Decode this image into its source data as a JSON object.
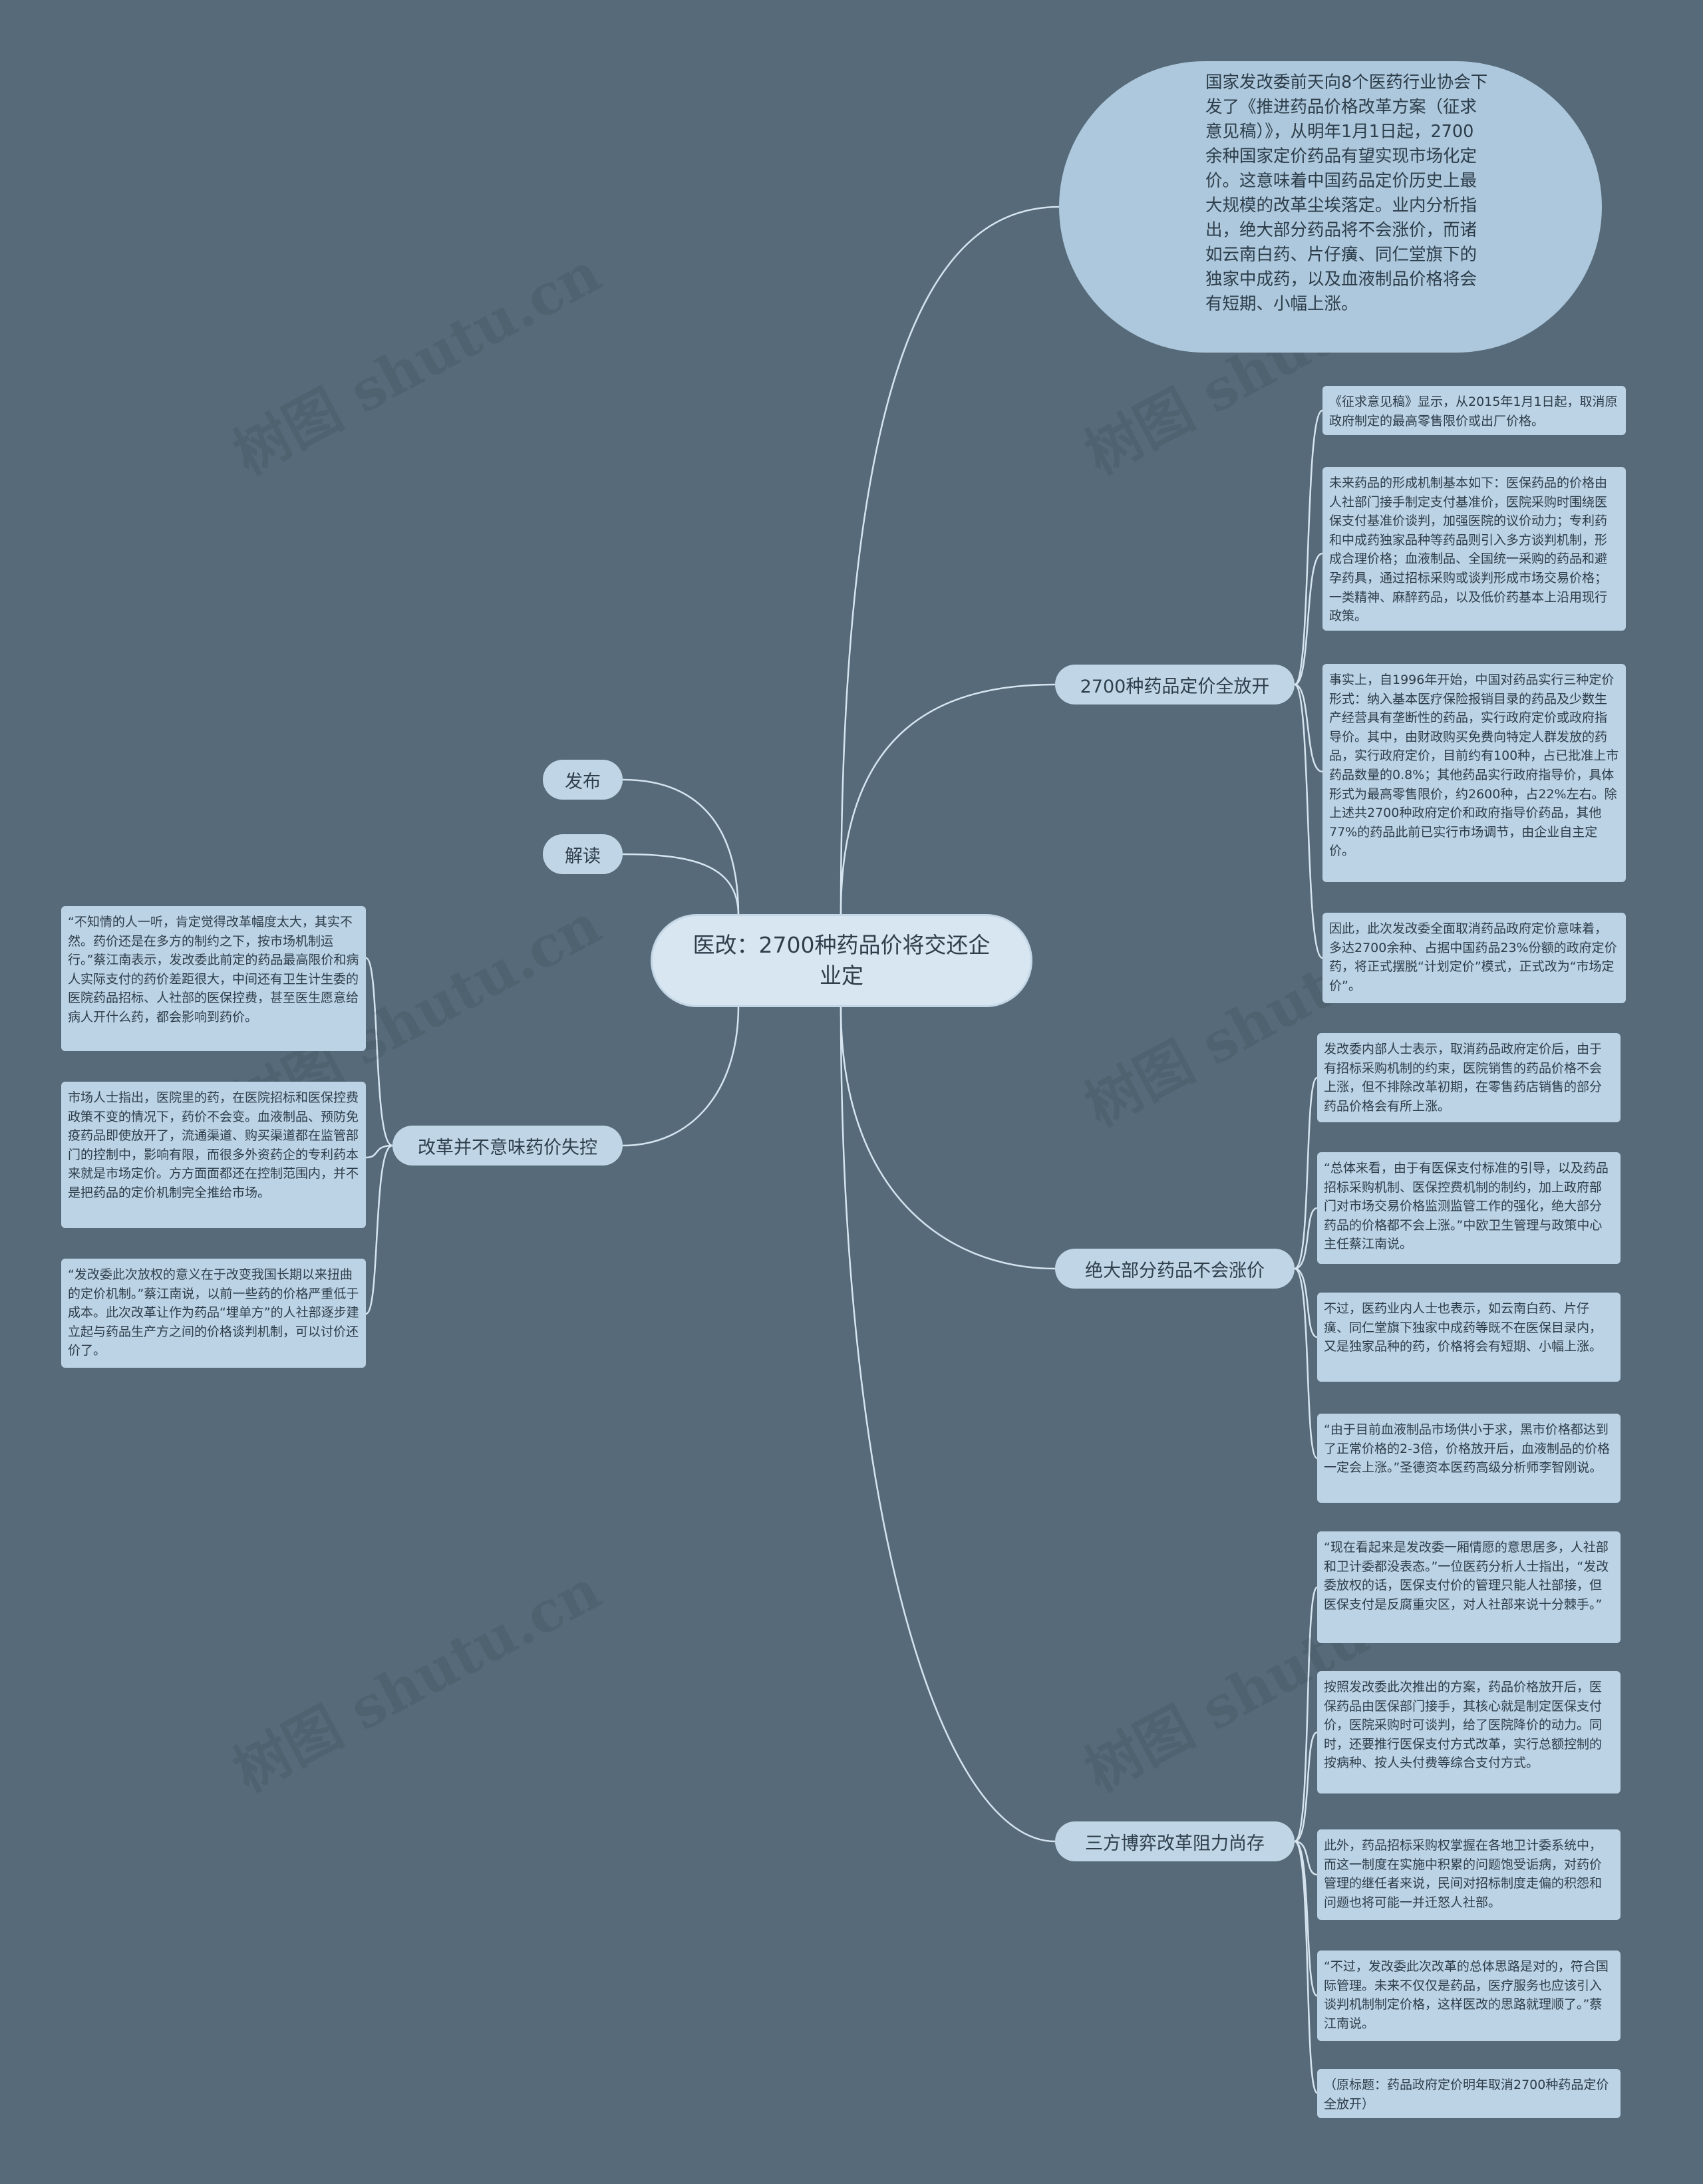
{
  "watermark": "树图 shutu.cn",
  "colors": {
    "background": "#566a79",
    "line": "#d5e4ef",
    "root": "#d7e6f1",
    "intro": "#adc8dc",
    "branch": "#c0d6e6",
    "leaf": "#bcd3e5"
  },
  "root": {
    "title": "医改：2700种药品价将交还企业定"
  },
  "intro": {
    "text": "国家发改委前天向8个医药行业协会下发了《推进药品价格改革方案（征求意见稿）》，从明年1月1日起，2700余种国家定价药品有望实现市场化定价。这意味着中国药品定价历史上最大规模的改革尘埃落定。业内分析指出，绝大部分药品将不会涨价，而诸如云南白药、片仔癀、同仁堂旗下的独家中成药，以及血液制品价格将会有短期、小幅上涨。"
  },
  "left": {
    "publish": "发布",
    "interpret": "解读",
    "reform": {
      "label": "改革并不意味药价失控",
      "leaves": [
        "“不知情的人一听，肯定觉得改革幅度太大，其实不然。药价还是在多方的制约之下，按市场机制运行。”蔡江南表示，发改委此前定的药品最高限价和病人实际支付的药价差距很大，中间还有卫生计生委的医院药品招标、人社部的医保控费，甚至医生愿意给病人开什么药，都会影响到药价。",
        "市场人士指出，医院里的药，在医院招标和医保控费政策不变的情况下，药价不会变。血液制品、预防免疫药品即使放开了，流通渠道、购买渠道都在监管部门的控制中，影响有限，而很多外资药企的专利药本来就是市场定价。方方面面都还在控制范围内，并不是把药品的定价机制完全推给市场。",
        "“发改委此次放权的意义在于改变我国长期以来扭曲的定价机制。”蔡江南说，以前一些药的价格严重低于成本。此次改革让作为药品“埋单方”的人社部逐步建立起与药品生产方之间的价格谈判机制，可以讨价还价了。"
      ]
    }
  },
  "right": [
    {
      "label": "2700种药品定价全放开",
      "leaves": [
        "《征求意见稿》显示，从2015年1月1日起，取消原政府制定的最高零售限价或出厂价格。",
        "未来药品的形成机制基本如下：医保药品的价格由人社部门接手制定支付基准价，医院采购时围绕医保支付基准价谈判，加强医院的议价动力；专利药和中成药独家品种等药品则引入多方谈判机制，形成合理价格；血液制品、全国统一采购的药品和避孕药具，通过招标采购或谈判形成市场交易价格；一类精神、麻醉药品，以及低价药基本上沿用现行政策。",
        "事实上，自1996年开始，中国对药品实行三种定价形式：纳入基本医疗保险报销目录的药品及少数生产经营具有垄断性的药品，实行政府定价或政府指导价。其中，由财政购买免费向特定人群发放的药品，实行政府定价，目前约有100种，占已批准上市药品数量的0.8%；其他药品实行政府指导价，具体形式为最高零售限价，约2600种，占22%左右。除上述共2700种政府定价和政府指导价药品，其他77%的药品此前已实行市场调节，由企业自主定价。",
        "因此，此次发改委全面取消药品政府定价意味着，多达2700余种、占据中国药品23%份额的政府定价药，将正式摆脱“计划定价”模式，正式改为“市场定价”。"
      ]
    },
    {
      "label": "绝大部分药品不会涨价",
      "leaves": [
        "发改委内部人士表示，取消药品政府定价后，由于有招标采购机制的约束，医院销售的药品价格不会上涨，但不排除改革初期，在零售药店销售的部分药品价格会有所上涨。",
        "“总体来看，由于有医保支付标准的引导，以及药品招标采购机制、医保控费机制的制约，加上政府部门对市场交易价格监测监管工作的强化，绝大部分药品的价格都不会上涨。”中欧卫生管理与政策中心主任蔡江南说。",
        "不过，医药业内人士也表示，如云南白药、片仔癀、同仁堂旗下独家中成药等既不在医保目录内，又是独家品种的药，价格将会有短期、小幅上涨。",
        "“由于目前血液制品市场供小于求，黑市价格都达到了正常价格的2-3倍，价格放开后，血液制品的价格一定会上涨。”圣德资本医药高级分析师李智刚说。"
      ]
    },
    {
      "label": "三方博弈改革阻力尚存",
      "leaves": [
        "“现在看起来是发改委一厢情愿的意思居多，人社部和卫计委都没表态。”一位医药分析人士指出，“发改委放权的话，医保支付价的管理只能人社部接，但医保支付是反腐重灾区，对人社部来说十分棘手。”",
        "按照发改委此次推出的方案，药品价格放开后，医保药品由医保部门接手，其核心就是制定医保支付价，医院采购时可谈判，给了医院降价的动力。同时，还要推行医保支付方式改革，实行总额控制的按病种、按人头付费等综合支付方式。",
        "此外，药品招标采购权掌握在各地卫计委系统中，而这一制度在实施中积累的问题饱受诟病，对药价管理的继任者来说，民间对招标制度走偏的积怨和问题也将可能一并迁怒人社部。",
        "“不过，发改委此次改革的总体思路是对的，符合国际管理。未来不仅仅是药品，医疗服务也应该引入谈判机制制定价格，这样医改的思路就理顺了。”蔡江南说。",
        "（原标题：药品政府定价明年取消2700种药品定价全放开）"
      ]
    }
  ]
}
